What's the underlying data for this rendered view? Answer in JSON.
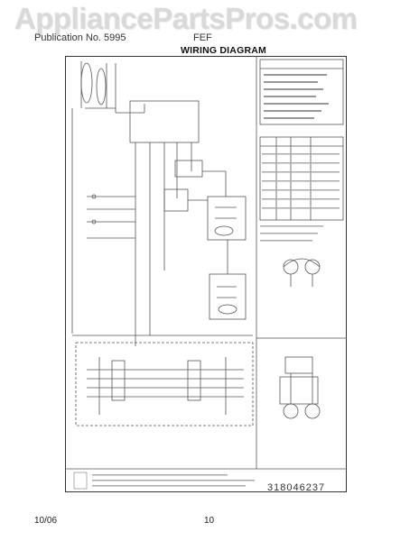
{
  "watermark": "AppliancePartsPros.com",
  "header": {
    "left": "Publication No. 5995",
    "right": "FEF"
  },
  "title": "WIRING DIAGRAM",
  "part_number": "318046237",
  "footer": {
    "date": "10/06",
    "page": "10"
  }
}
